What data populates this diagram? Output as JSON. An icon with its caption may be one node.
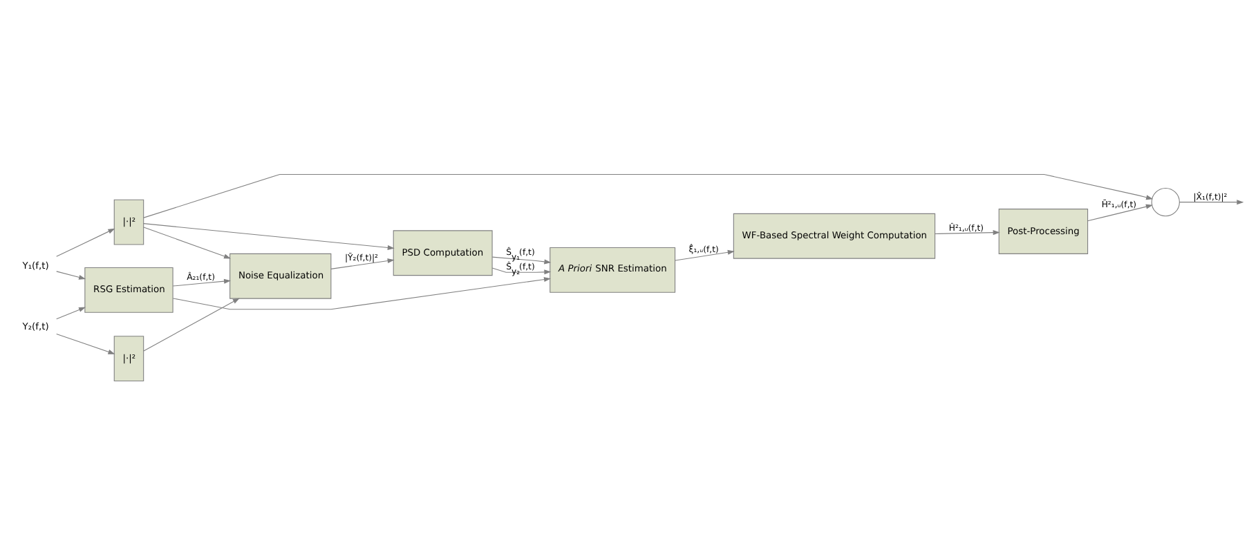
{
  "diagram": {
    "nodes": [
      {
        "text": [
          "Y₁(f,t)"
        ]
      },
      {
        "text": [
          "|·|²"
        ]
      },
      {
        "text": [],
        "shape": "circle"
      },
      {
        "text": [
          "Post-Processing"
        ]
      },
      {
        "text": [
          "WF-Based Spectral Weight Computation"
        ]
      },
      {
        "text": [
          "Y₂(f,t)"
        ]
      },
      {
        "text": [
          "RSG Estimation"
        ]
      },
      {
        "text": [
          "Noise Equalization"
        ]
      },
      {
        "text": [
          "PSD Computation"
        ]
      },
      {
        "text": [
          "*A Priori* SNR Estimation"
        ]
      },
      {
        "text": [
          "|·|²"
        ]
      }
    ],
    "edges": [
      {
        "from": 0,
        "to": 1,
        "arrow": "to"
      },
      {
        "from": 0,
        "to": 6,
        "arrow": "to"
      },
      {
        "from": 1,
        "to": 2,
        "arrow": "to"
      },
      {
        "from": 1,
        "to": 7,
        "arrow": "to"
      },
      {
        "from": 1,
        "to": 8,
        "arrow": "to"
      },
      {
        "from": 2,
        "to": null,
        "arrow": "to",
        "label": "|X̂₁(f,t)|²"
      },
      {
        "from": 3,
        "to": 2,
        "arrow": "to",
        "label": "H̄²₁,ᵤ(f,t)"
      },
      {
        "from": 4,
        "to": 3,
        "arrow": "to",
        "label": "Ĥ²₁,ᵤ(f,t)"
      },
      {
        "from": 5,
        "to": 6,
        "arrow": "to"
      },
      {
        "from": 5,
        "to": 10,
        "arrow": "to"
      },
      {
        "from": 6,
        "to": 7,
        "arrow": "to",
        "label": "Â₂₁(f,t)"
      },
      {
        "from": 6,
        "to": 9,
        "arrow": "to"
      },
      {
        "from": 10,
        "to": 7,
        "arrow": "to"
      },
      {
        "from": 7,
        "to": 8,
        "arrow": "to",
        "label": "|Ȳ₂(f,t)|²"
      },
      {
        "from": 8,
        "to": 9,
        "arrow": "to",
        "label": "Ŝ$_{y₁}$(f,t)"
      },
      {
        "from": 8,
        "to": 9,
        "arrow": "to",
        "label": "Ŝ$_{y₂}$(f,t)"
      },
      {
        "from": 9,
        "to": 4,
        "arrow": "to",
        "label": "ξ̂₁,ᵤ(f,t)"
      }
    ]
  }
}
